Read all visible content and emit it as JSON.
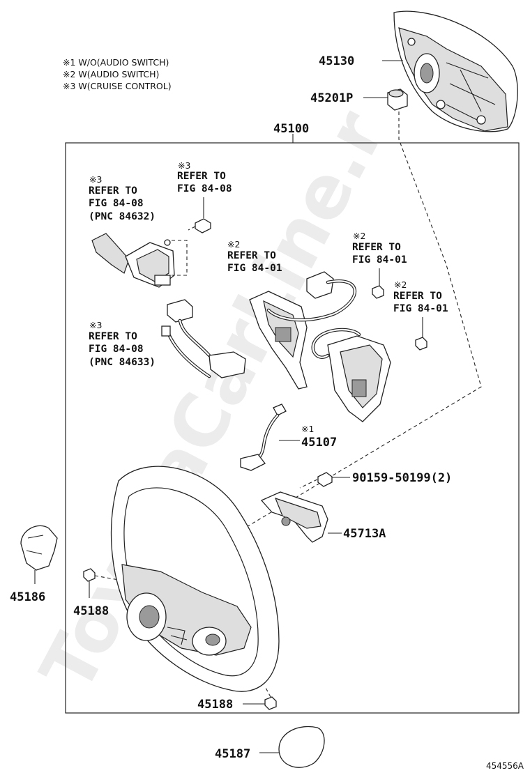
{
  "legend": [
    "※1 W/O(AUDIO SWITCH)",
    "※2 W(AUDIO SWITCH)",
    "※3 W(CRUISE CONTROL)"
  ],
  "parts": {
    "p45130": "45130",
    "p45201P": "45201P",
    "p45100": "45100",
    "p45107": "45107",
    "p90159": "90159-50199(2)",
    "p45713A": "45713A",
    "p45186": "45186",
    "p45188a": "45188",
    "p45188b": "45188",
    "p45187": "45187"
  },
  "notes": {
    "n1": {
      "mark": "※3",
      "lines": [
        "REFER TO",
        "FIG 84-08"
      ]
    },
    "n2": {
      "mark": "※3",
      "lines": [
        "REFER TO",
        "FIG 84-08",
        "(PNC 84632)"
      ]
    },
    "n3": {
      "mark": "※2",
      "lines": [
        "REFER TO",
        "FIG 84-01"
      ]
    },
    "n4": {
      "mark": "※2",
      "lines": [
        "REFER TO",
        "FIG 84-01"
      ]
    },
    "n5": {
      "mark": "※2",
      "lines": [
        "REFER TO",
        "FIG 84-01"
      ]
    },
    "n6": {
      "mark": "※3",
      "lines": [
        "REFER TO",
        "FIG 84-08",
        "(PNC 84633)"
      ]
    },
    "n7": {
      "mark": "※1",
      "lines": []
    }
  },
  "figure_code": "454556A",
  "watermark": "ToyotaCarLine.r"
}
